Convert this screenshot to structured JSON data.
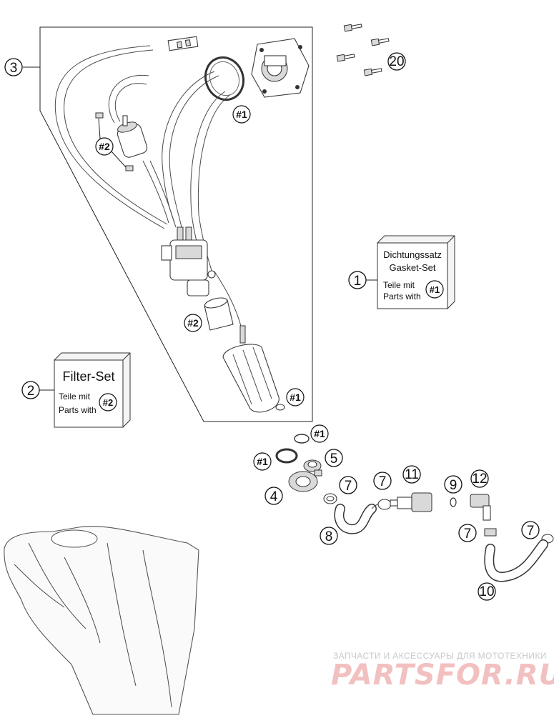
{
  "callouts": {
    "c1": "1",
    "c2": "2",
    "c3": "3",
    "c4": "4",
    "c5": "5",
    "c7a": "7",
    "c7b": "7",
    "c7c": "7",
    "c7d": "7",
    "c8": "8",
    "c9": "9",
    "c10": "10",
    "c11": "11",
    "c12": "12",
    "c20": "20"
  },
  "refs": {
    "h1": "#1",
    "h2": "#2"
  },
  "gasket_set": {
    "title_de": "Dichtungssatz",
    "title_en": "Gasket-Set",
    "line1": "Teile mit",
    "line2": "Parts with",
    "ref": "#1"
  },
  "filter_set": {
    "title": "Filter-Set",
    "line1": "Teile mit",
    "line2": "Parts with",
    "ref": "#2"
  },
  "watermark": {
    "line1": "ЗАПЧАСТИ И АКСЕССУАРЫ ДЛЯ МОТОТЕХНИКИ",
    "line2": "PARTSFOR.RU"
  }
}
